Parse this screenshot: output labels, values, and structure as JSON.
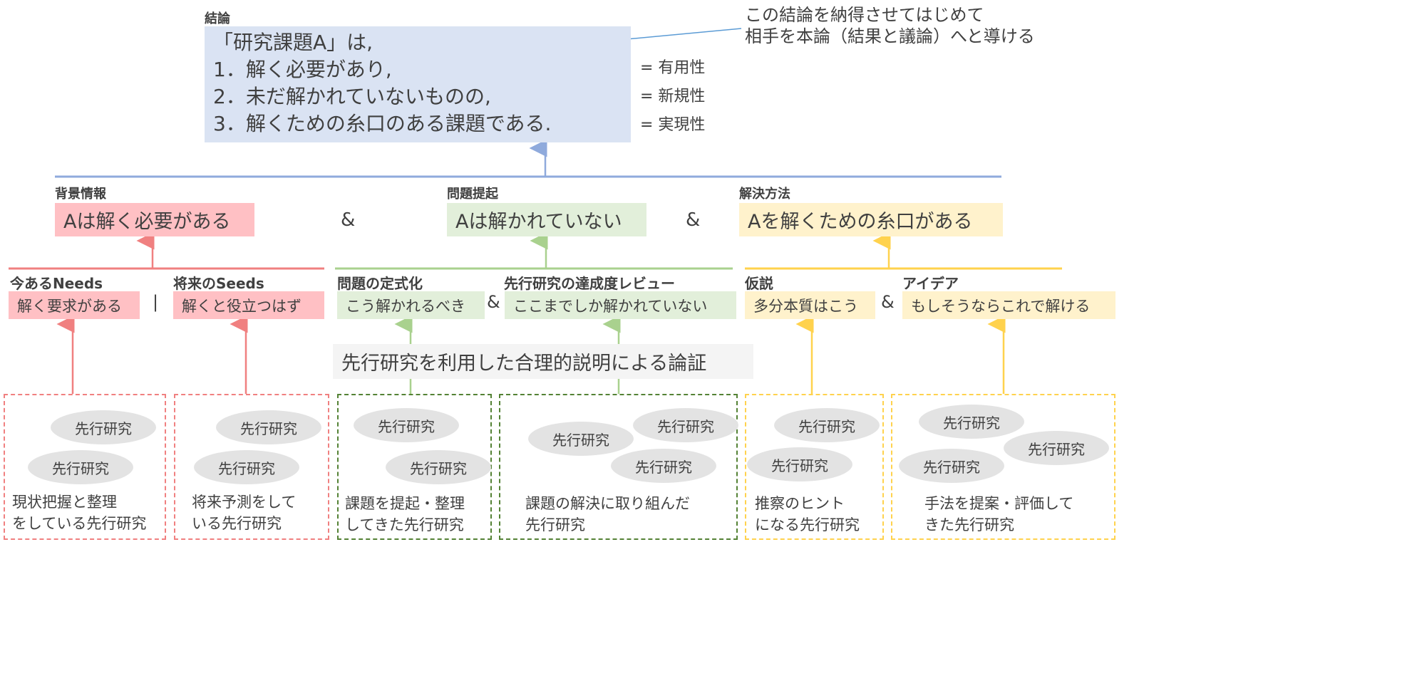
{
  "conclusion": {
    "label": "結論",
    "lines": [
      "「研究課題A」は,",
      "1．解く必要があり,",
      "2．未だ解かれていないものの,",
      "3．解くための糸口のある課題である."
    ],
    "equals": [
      "= 有用性",
      "= 新規性",
      "= 実現性"
    ]
  },
  "callout": [
    "この結論を納得させてはじめて",
    "相手を本論（結果と議論）へと導ける"
  ],
  "sections": [
    {
      "label": "背景情報",
      "claim": "Aは解く必要がある",
      "color": "#f08080"
    },
    {
      "label": "問題提起",
      "claim": "Aは解かれていない",
      "color": "#a9d18e"
    },
    {
      "label": "解決方法",
      "claim": "Aを解くための糸口がある",
      "color": "#ffd24d"
    }
  ],
  "connectors": {
    "and": "&",
    "or": "|"
  },
  "subs": [
    {
      "label": "今あるNeeds",
      "text": "解く要求がある"
    },
    {
      "label": "将来のSeeds",
      "text": "解くと役立つはず"
    },
    {
      "label": "問題の定式化",
      "text": "こう解かれるべき"
    },
    {
      "label": "先行研究の達成度レビュー",
      "text": "ここまでしか解かれていない"
    },
    {
      "label": "仮説",
      "text": "多分本質はこう"
    },
    {
      "label": "アイデア",
      "text": "もしそうならこれで解ける"
    }
  ],
  "argument": "先行研究を利用した合理的説明による論証",
  "prior": "先行研究",
  "groups": [
    [
      "現状把握と整理",
      "をしている先行研究"
    ],
    [
      "将来予測をして",
      "いる先行研究"
    ],
    [
      "課題を提起・整理",
      "してきた先行研究"
    ],
    [
      "課題の解決に取り組んだ",
      "先行研究"
    ],
    [
      "推察のヒント",
      "になる先行研究"
    ],
    [
      "手法を提案・評価して",
      "きた先行研究"
    ]
  ]
}
